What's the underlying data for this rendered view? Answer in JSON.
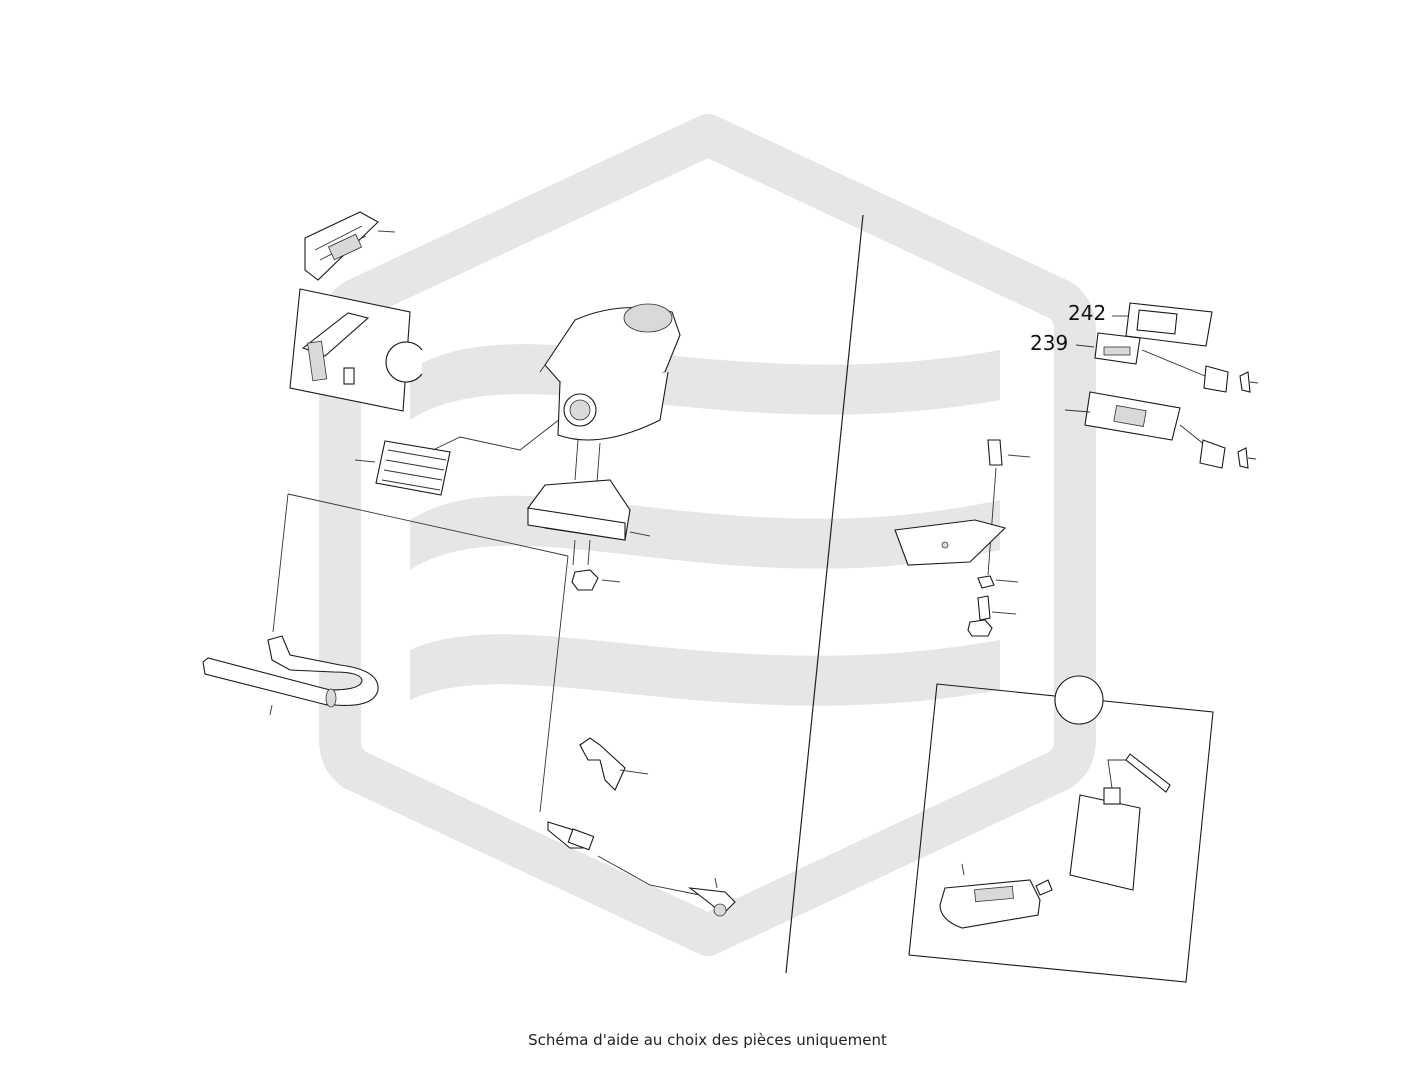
{
  "caption": "Schéma d'aide au choix des pièces uniquement",
  "part_labels": {
    "label_242": "242",
    "label_239": "239"
  },
  "colors": {
    "watermark": "#e6e6e6",
    "linework": "#222222"
  }
}
